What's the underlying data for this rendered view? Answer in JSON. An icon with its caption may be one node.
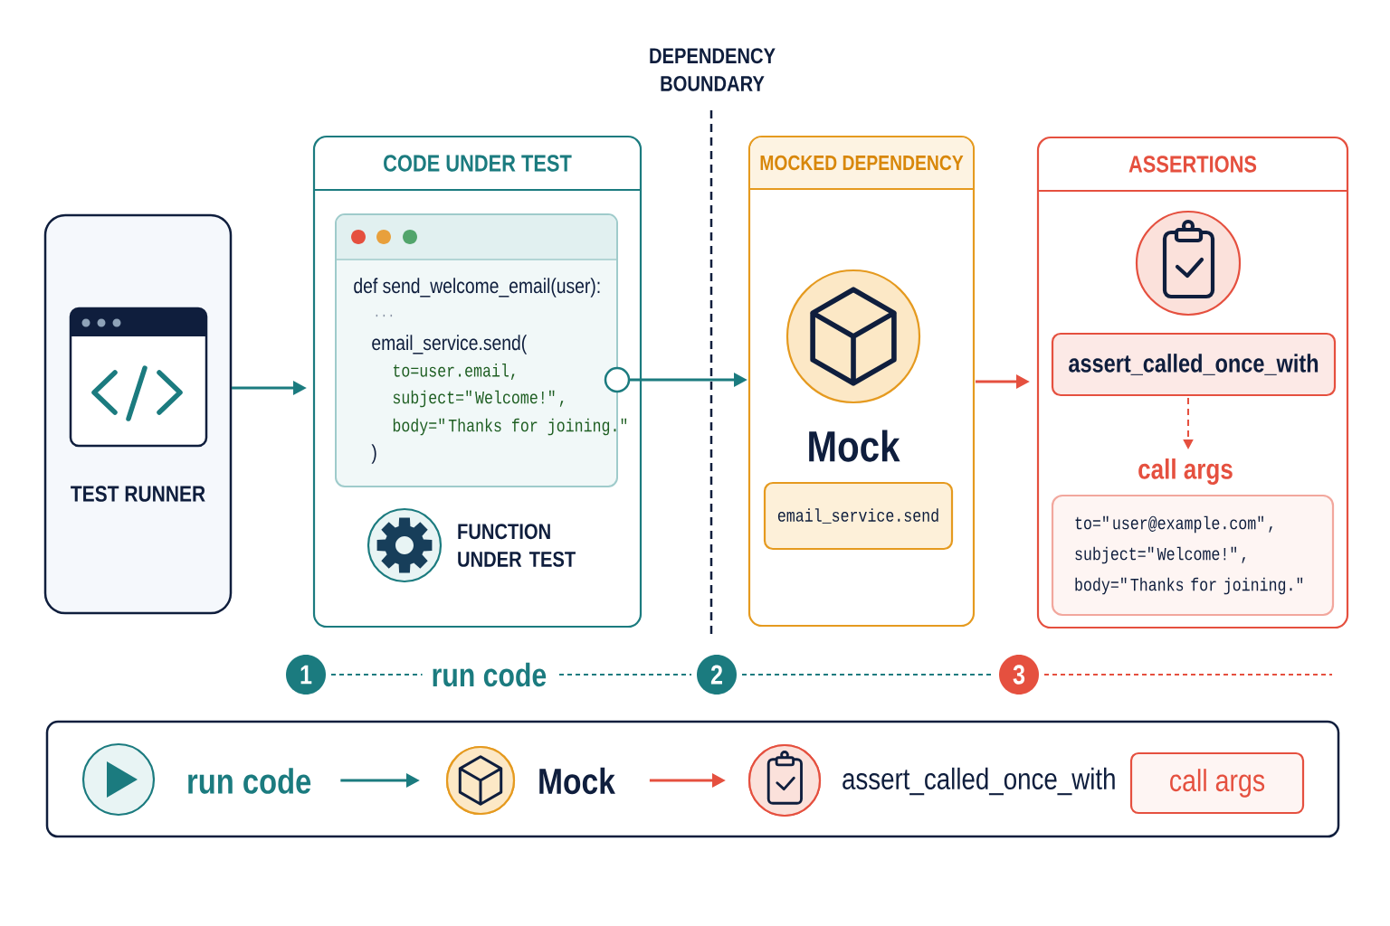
{
  "diagram": {
    "nodes": [
      {
        "text": [
          "TEST RUNNER"
        ]
      },
      {
        "text": [
          "CODE UNDER TEST"
        ]
      },
      {
        "text": [
          "def send_welcome_email(user):",
          "...",
          "email_service.send(",
          "to=user.email,",
          "subject=\"Welcome!\",",
          "body=\"Thanks for joining.\"",
          ")"
        ],
        "in": 1
      },
      {
        "text": [
          "FUNCTION UNDER TEST"
        ],
        "in": 1
      },
      {
        "text": [
          "MOCKED DEPENDENCY",
          "Mock"
        ]
      },
      {
        "text": [
          "email_service.send"
        ],
        "in": 4
      },
      {
        "text": [
          "ASSERTIONS"
        ]
      },
      {
        "text": [
          "assert_called_once_with"
        ],
        "in": 6
      },
      {
        "text": [
          "call args"
        ],
        "in": 6
      },
      {
        "text": [
          "to=\"user@example.com\",",
          "subject=\"Welcome!\",",
          "body=\"Thanks for joining.\""
        ],
        "in": 6
      },
      {
        "text": [
          "1"
        ]
      },
      {
        "text": [
          "2"
        ]
      },
      {
        "text": [
          "3"
        ]
      },
      {
        "text": [],
        "shape": "box"
      },
      {
        "text": [
          "run code"
        ],
        "in": 13
      },
      {
        "text": [],
        "shape": "circle",
        "in": 13
      },
      {
        "text": [
          "Mock"
        ],
        "in": 13
      },
      {
        "text": [],
        "shape": "circle",
        "in": 13
      },
      {
        "text": [
          "assert_called_once_with"
        ],
        "in": 13
      },
      {
        "text": [
          "call args"
        ],
        "in": 13
      }
    ],
    "edges": [
      {
        "from": 0,
        "to": 1,
        "arrow": "to"
      },
      {
        "from": 2,
        "to": 4,
        "arrow": "to"
      },
      {
        "from": 4,
        "to": 6,
        "arrow": "to",
        "color": "#e5503f"
      },
      {
        "from": 7,
        "to": 8,
        "arrow": "to",
        "style": "dashed",
        "color": "#e5503f"
      },
      {
        "from": 10,
        "to": 11,
        "arrow": "none",
        "style": "dashed",
        "label": "run code"
      },
      {
        "from": 11,
        "to": 12,
        "arrow": "none",
        "style": "dashed"
      },
      {
        "from": 12,
        "to": null,
        "arrow": "none",
        "style": "dashed",
        "color": "#e5503f"
      },
      {
        "from": 14,
        "to": 15,
        "arrow": "to"
      },
      {
        "from": 16,
        "to": 17,
        "arrow": "to",
        "color": "#e5503f"
      }
    ],
    "labels": [
      "DEPENDENCY BOUNDARY"
    ]
  }
}
